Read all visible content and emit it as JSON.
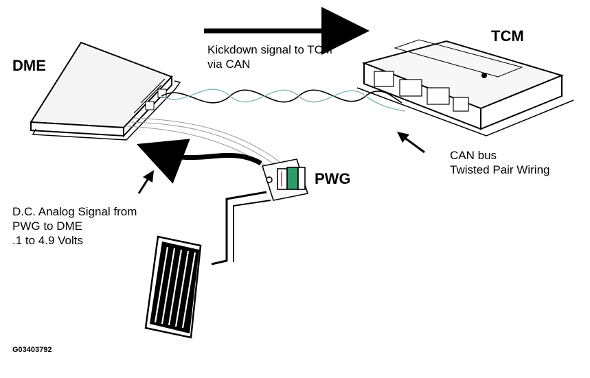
{
  "labels": {
    "dme": "DME",
    "tcm": "TCM",
    "pwg": "PWG",
    "kickdown": [
      "Kickdown signal to TCM",
      "via CAN"
    ],
    "can_bus": [
      "CAN bus",
      "Twisted Pair Wiring"
    ],
    "analog": [
      "D.C. Analog Signal from",
      "PWG to DME",
      ".1 to 4.9 Volts"
    ],
    "figure_id": "G03403792"
  },
  "colors": {
    "ink": "#000000",
    "wire_teal": "#7fb8b0",
    "pwg_green": "#2f9a6a",
    "pwg_red": "#c04040"
  }
}
